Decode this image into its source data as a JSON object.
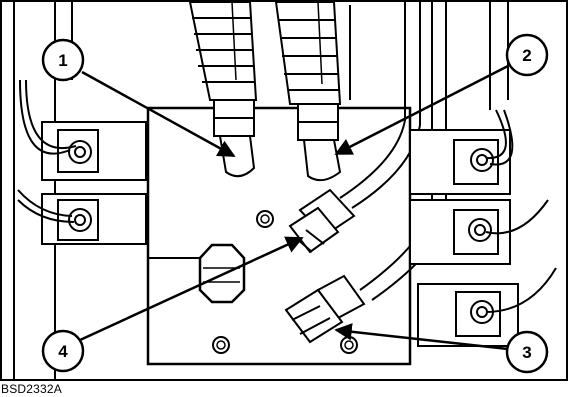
{
  "figure": {
    "id_label": "BSD2332A",
    "callouts": [
      {
        "number": "1",
        "target": "hydraulic fitting (upper left)"
      },
      {
        "number": "2",
        "target": "hydraulic fitting (upper right)"
      },
      {
        "number": "3",
        "target": "hydraulic fitting (lower right)"
      },
      {
        "number": "4",
        "target": "hydraulic fitting (center)"
      }
    ]
  },
  "colors": {
    "line": "#000000",
    "background": "#ffffff"
  }
}
